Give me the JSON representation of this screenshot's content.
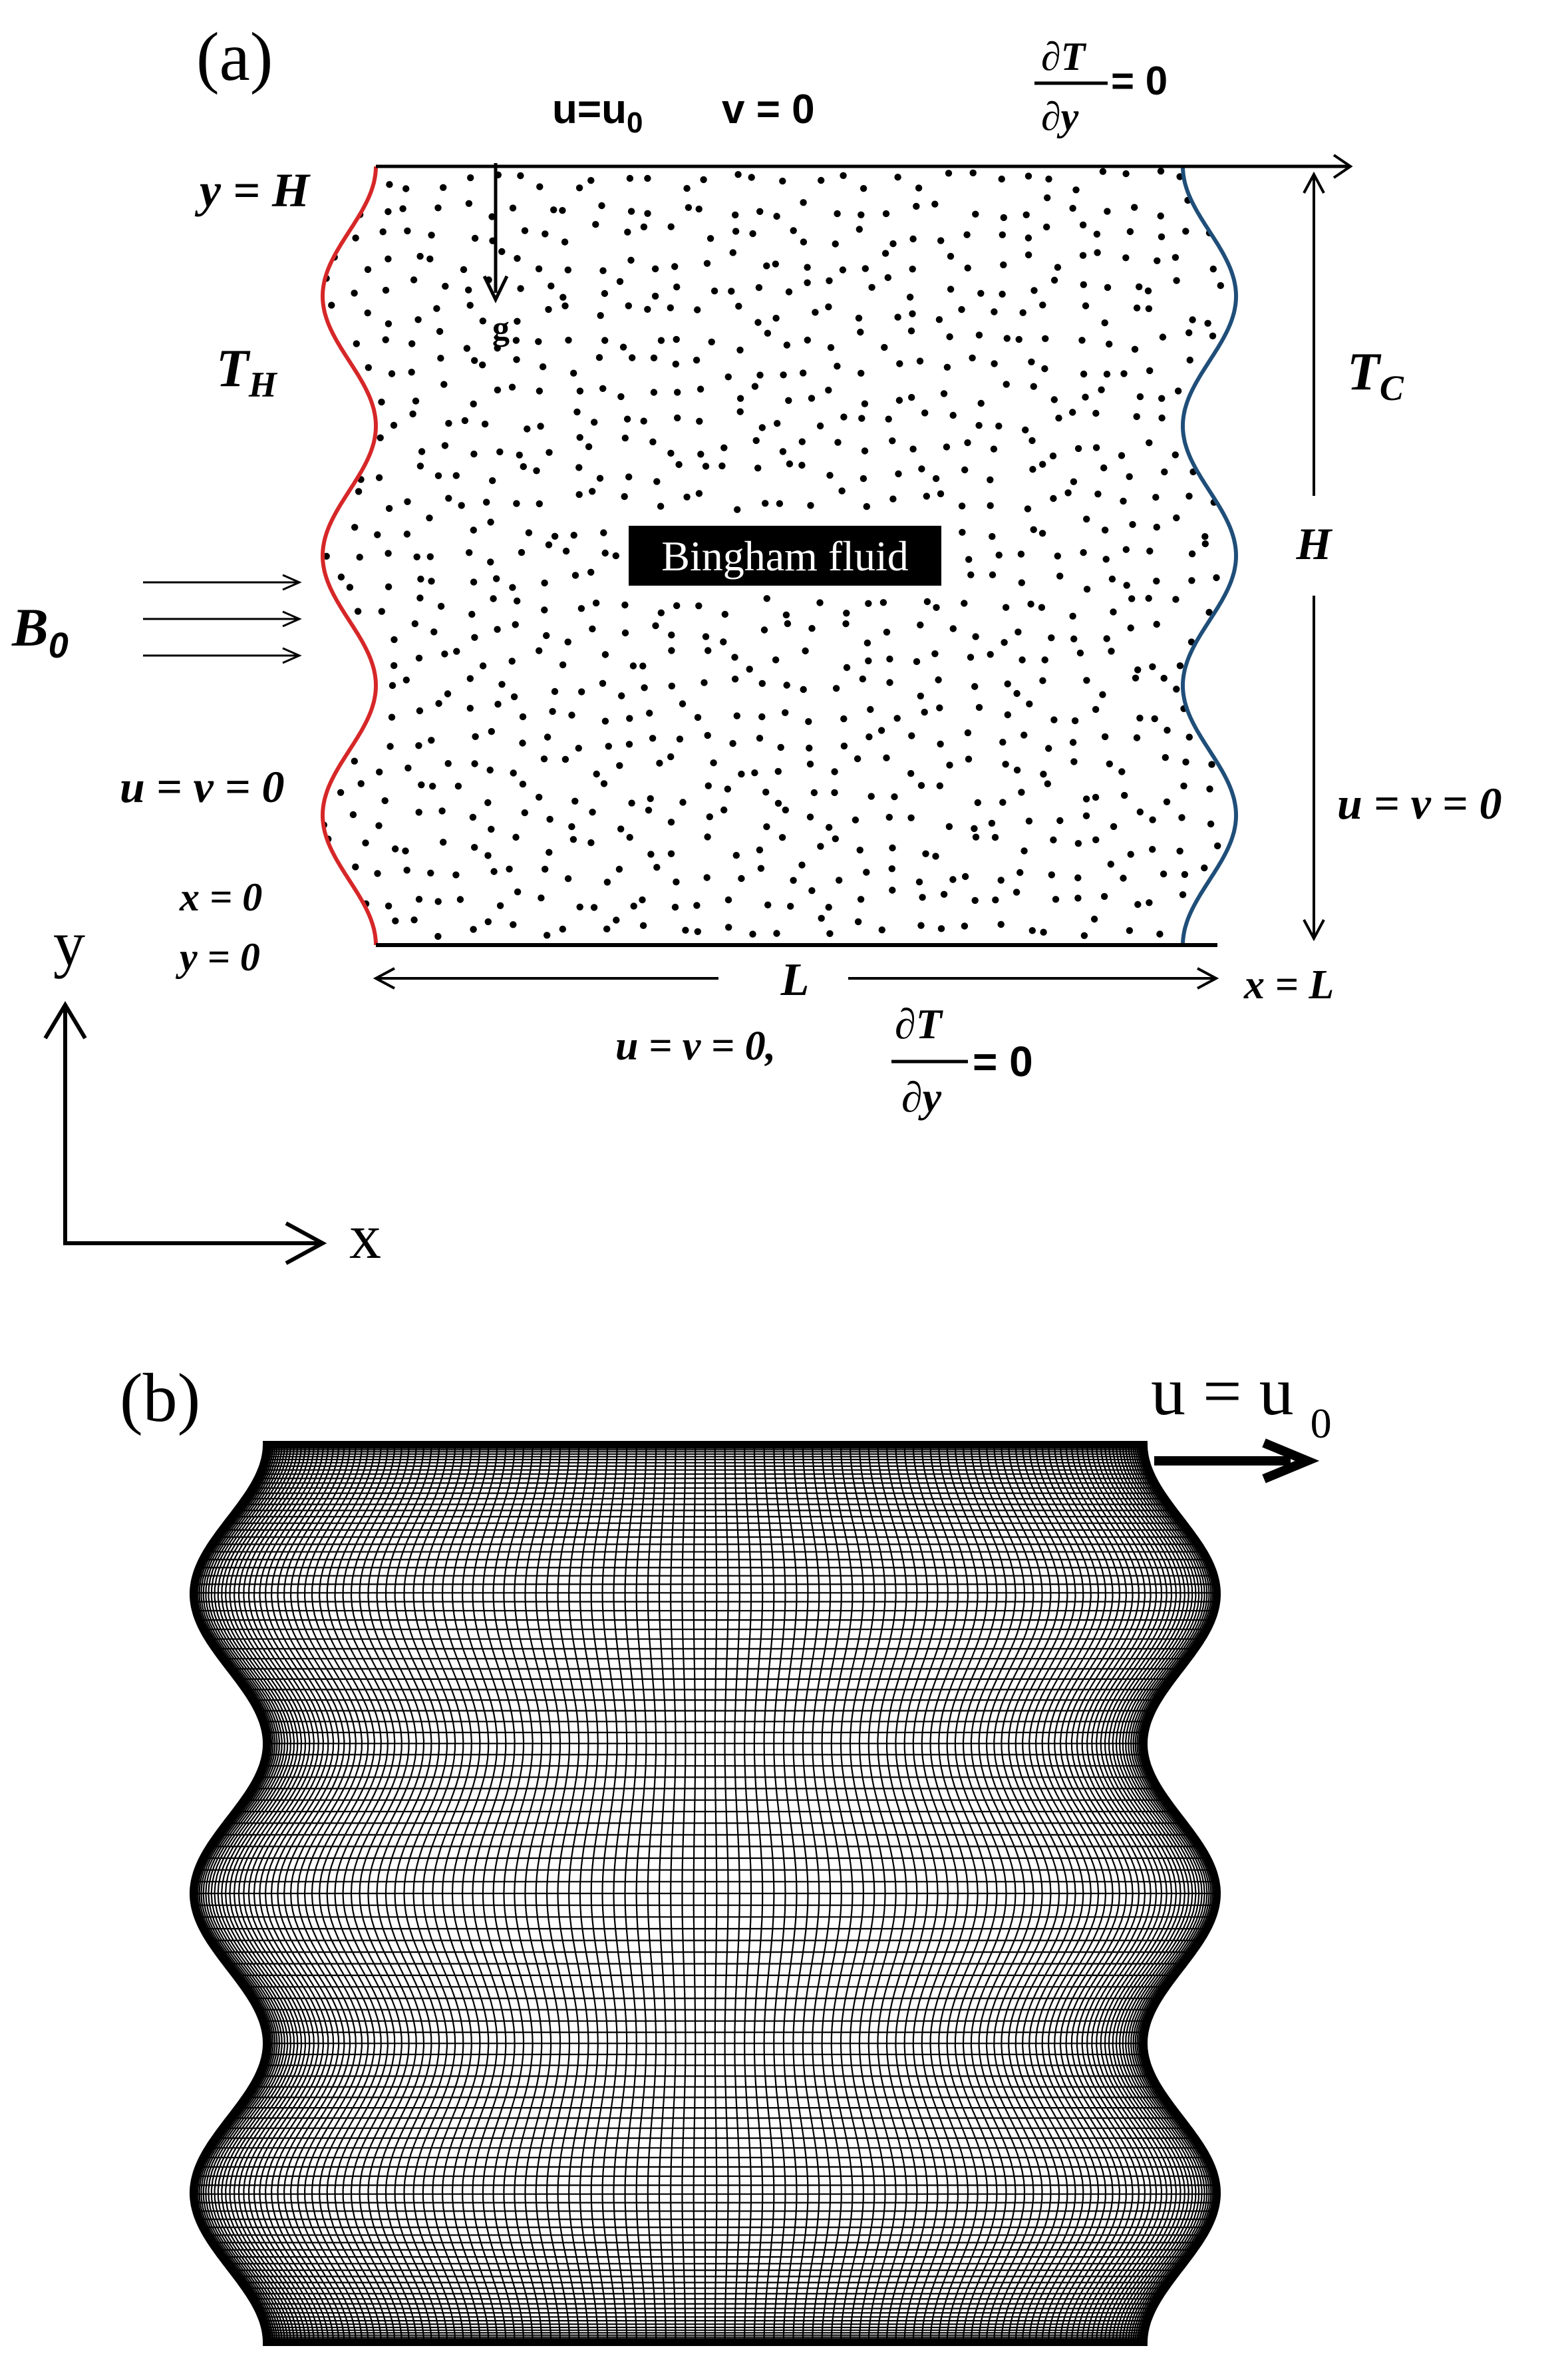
{
  "panel_a": {
    "label": "(a)",
    "top_bc_velocity": "u=u",
    "top_bc_velocity_sub": "0",
    "top_bc_v": "v = 0",
    "top_bc_dT_num": "∂T",
    "top_bc_dT_den": "∂y",
    "top_bc_dT_eq": "= 0",
    "y_eq_H": "y = H",
    "gravity": "g",
    "hot_wall_T": "T",
    "hot_wall_sub": "H",
    "cold_wall_T": "T",
    "cold_wall_sub": "C",
    "height_label": "H",
    "fluid_label": "Bingham fluid",
    "magnetic_B": "B",
    "magnetic_sub": "0",
    "left_bc": "u = v = 0",
    "right_bc": "u = v = 0",
    "origin_x": "x = 0",
    "origin_y": "y = 0",
    "length_label": "L",
    "x_eq_L": "x = L",
    "bottom_bc": "u = v = 0",
    "bottom_bc_comma": ",",
    "bottom_dT_num": "∂T",
    "bottom_dT_den": "∂y",
    "bottom_dT_eq": "= 0",
    "axis_y": "y",
    "axis_x": "x",
    "colors": {
      "hot_wall": "#d62728",
      "cold_wall": "#1f4e79",
      "ink": "#000000"
    }
  },
  "panel_b": {
    "label": "(b)",
    "lid_velocity": "u = u",
    "lid_velocity_sub": "0"
  }
}
